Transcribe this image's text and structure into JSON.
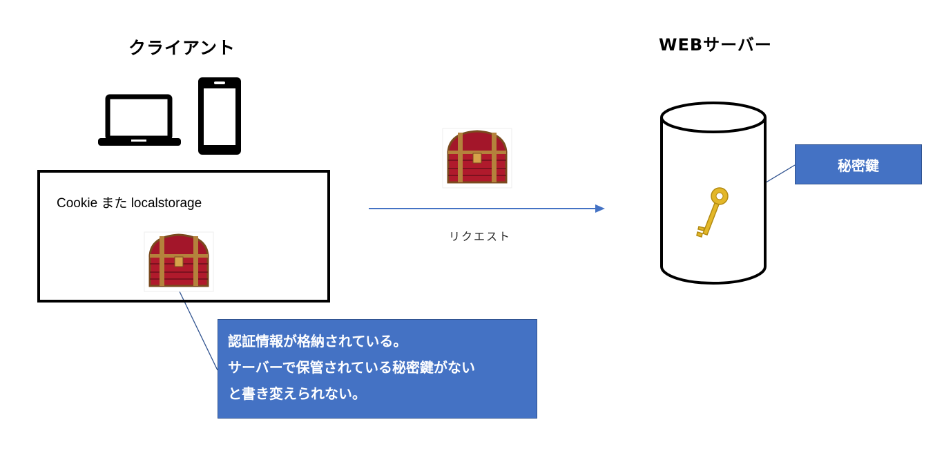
{
  "client": {
    "title": "クライアント",
    "devices": [
      "laptop-icon",
      "smartphone-icon"
    ],
    "storage_label": "Cookie また localstorage",
    "storage_item_icon": "treasure-chest-icon"
  },
  "request": {
    "label": "リクエスト",
    "payload_icon": "treasure-chest-icon",
    "arrow_color": "#4472c4"
  },
  "server": {
    "title": "WEBサーバー",
    "store_icon": "database-cylinder-icon",
    "secret_icon": "golden-key-icon",
    "secret_label": "秘密鍵"
  },
  "callout": {
    "lines": [
      "認証情報が格納されている。",
      "サーバーで保管されている秘密鍵がない",
      "と書き変えられない。"
    ],
    "color": "#4472c4"
  }
}
